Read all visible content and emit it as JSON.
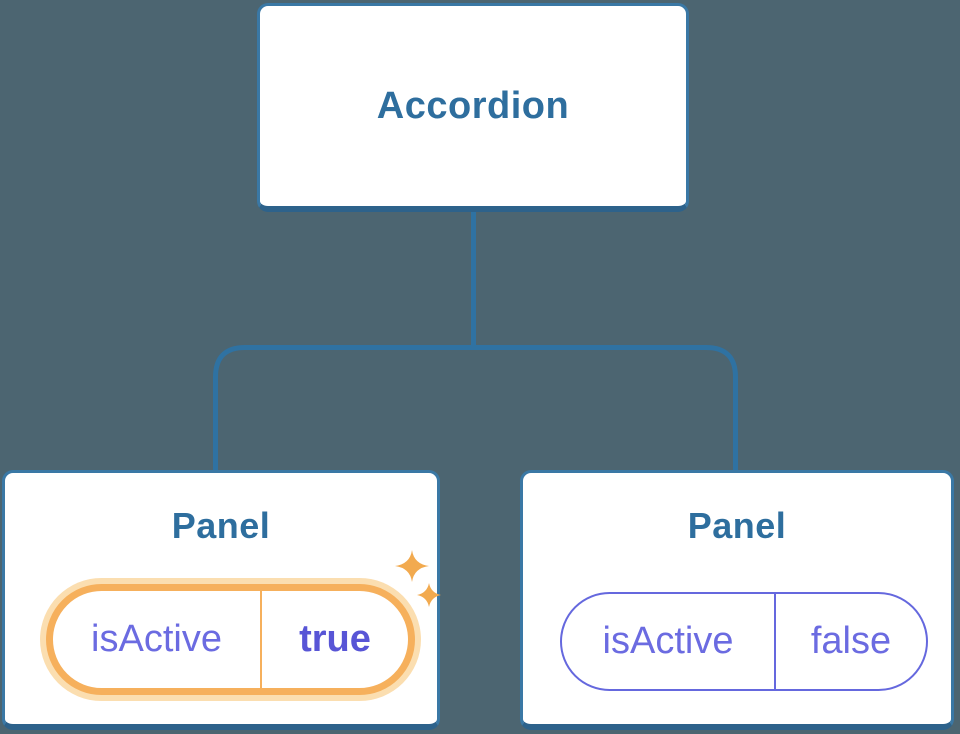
{
  "diagram": {
    "type": "component-tree",
    "root": {
      "label": "Accordion"
    },
    "panels": [
      {
        "title": "Panel",
        "state": {
          "key": "isActive",
          "value": "true"
        },
        "highlighted": true
      },
      {
        "title": "Panel",
        "state": {
          "key": "isActive",
          "value": "false"
        },
        "highlighted": false
      }
    ]
  },
  "icons": {
    "sparkles": "sparkles-icon"
  },
  "colors": {
    "background": "#4C6571",
    "node_fill": "#FFFFFF",
    "node_border": "#3A78A5",
    "node_border_bottom": "#2D628B",
    "node_text": "#2E6E9E",
    "connector_line": "#2F72A2",
    "state_text": "#6B6BE1",
    "state_value_active_text": "#5855D6",
    "state_border_inactive": "#6568DE",
    "highlight_ring": "#F6B05C",
    "highlight_halo": "#FBDEB0",
    "sparkle": "#F2AA4F"
  }
}
